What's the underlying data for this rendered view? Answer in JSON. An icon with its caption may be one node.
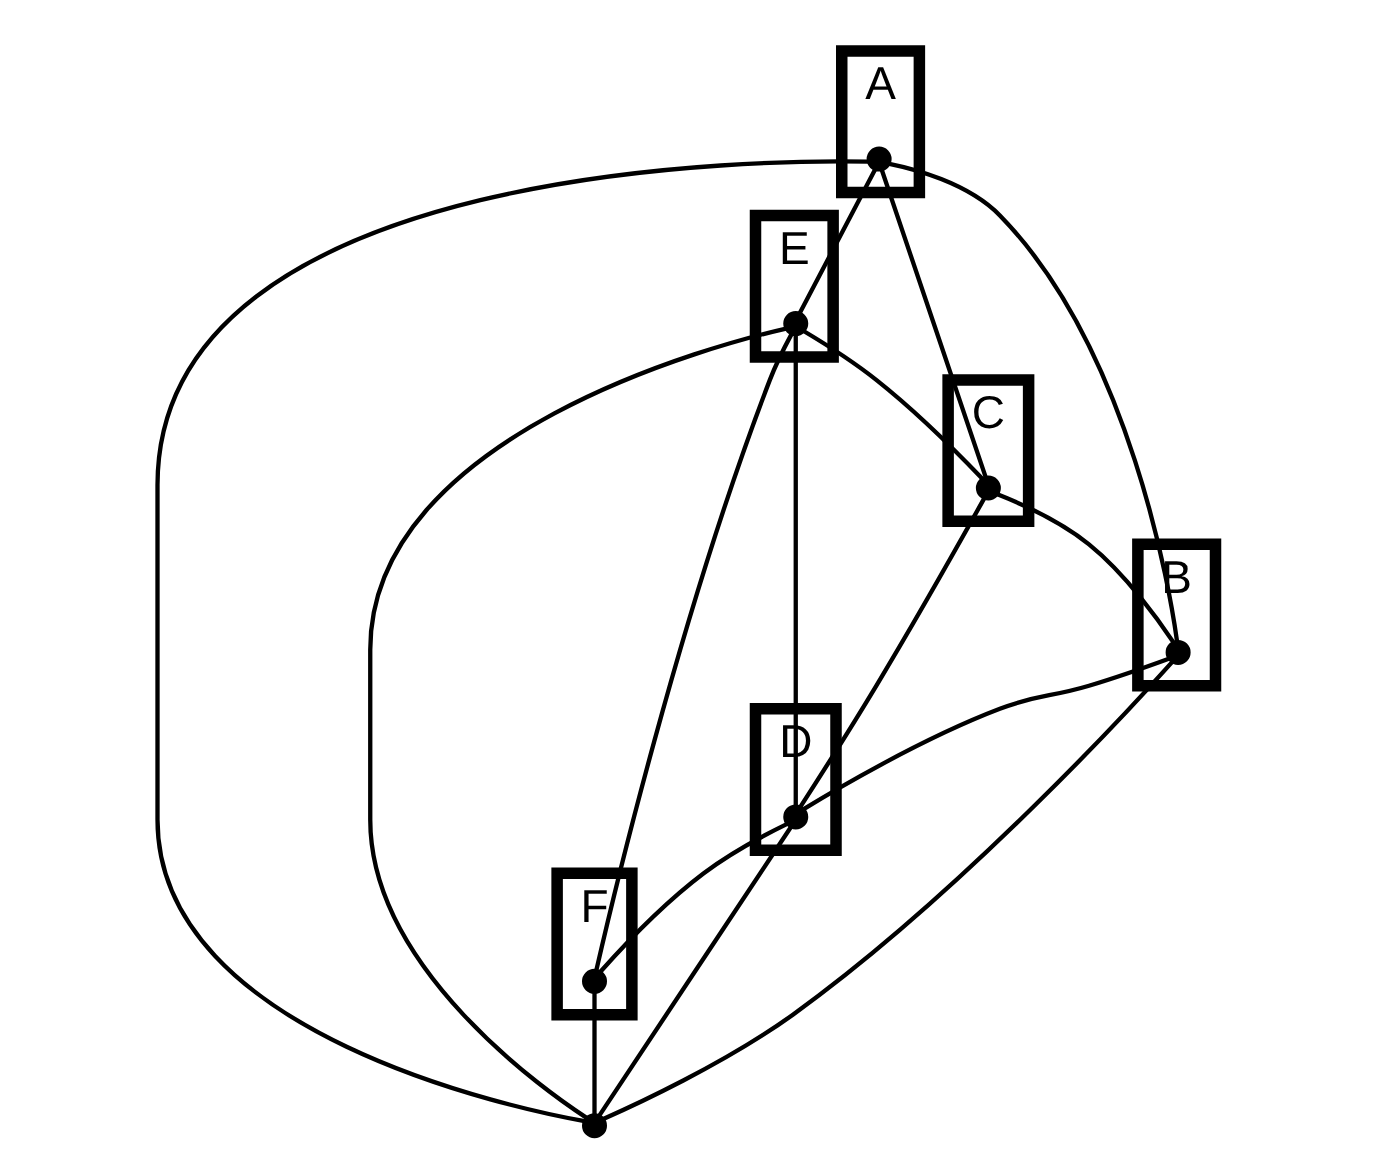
{
  "diagram": {
    "nodes": [
      {
        "text": [
          "A"
        ]
      },
      {
        "text": [
          "E"
        ]
      },
      {
        "text": [
          "F"
        ]
      },
      {
        "text": [
          "C"
        ]
      },
      {
        "text": [
          "B"
        ]
      },
      {
        "text": [
          "D"
        ]
      },
      {
        "text": [],
        "shape": "circle",
        "in": 0
      },
      {
        "text": [],
        "shape": "circle",
        "in": 1
      },
      {
        "text": [],
        "shape": "circle",
        "in": 2
      },
      {
        "text": [],
        "shape": "circle",
        "in": 3
      },
      {
        "text": [],
        "shape": "circle",
        "in": 4
      },
      {
        "text": [],
        "shape": "circle",
        "in": 5
      },
      {
        "text": [],
        "shape": "circle"
      }
    ],
    "edges": [
      {
        "from": 6,
        "to": 7,
        "arrow": "none"
      },
      {
        "from": 6,
        "to": 9,
        "arrow": "none"
      },
      {
        "from": 6,
        "to": 10,
        "arrow": "none"
      },
      {
        "from": 6,
        "to": 12,
        "arrow": "none"
      },
      {
        "from": 7,
        "to": 8,
        "arrow": "none"
      },
      {
        "from": 7,
        "to": 9,
        "arrow": "none"
      },
      {
        "from": 7,
        "to": 11,
        "arrow": "none"
      },
      {
        "from": 7,
        "to": 12,
        "arrow": "none"
      },
      {
        "from": 9,
        "to": 10,
        "arrow": "none"
      },
      {
        "from": 9,
        "to": 11,
        "arrow": "none"
      },
      {
        "from": 10,
        "to": 11,
        "arrow": "none"
      },
      {
        "from": 10,
        "to": 12,
        "arrow": "none"
      },
      {
        "from": 11,
        "to": 8,
        "arrow": "none"
      },
      {
        "from": 11,
        "to": 12,
        "arrow": "none"
      },
      {
        "from": 8,
        "to": 12,
        "arrow": "none"
      }
    ]
  }
}
